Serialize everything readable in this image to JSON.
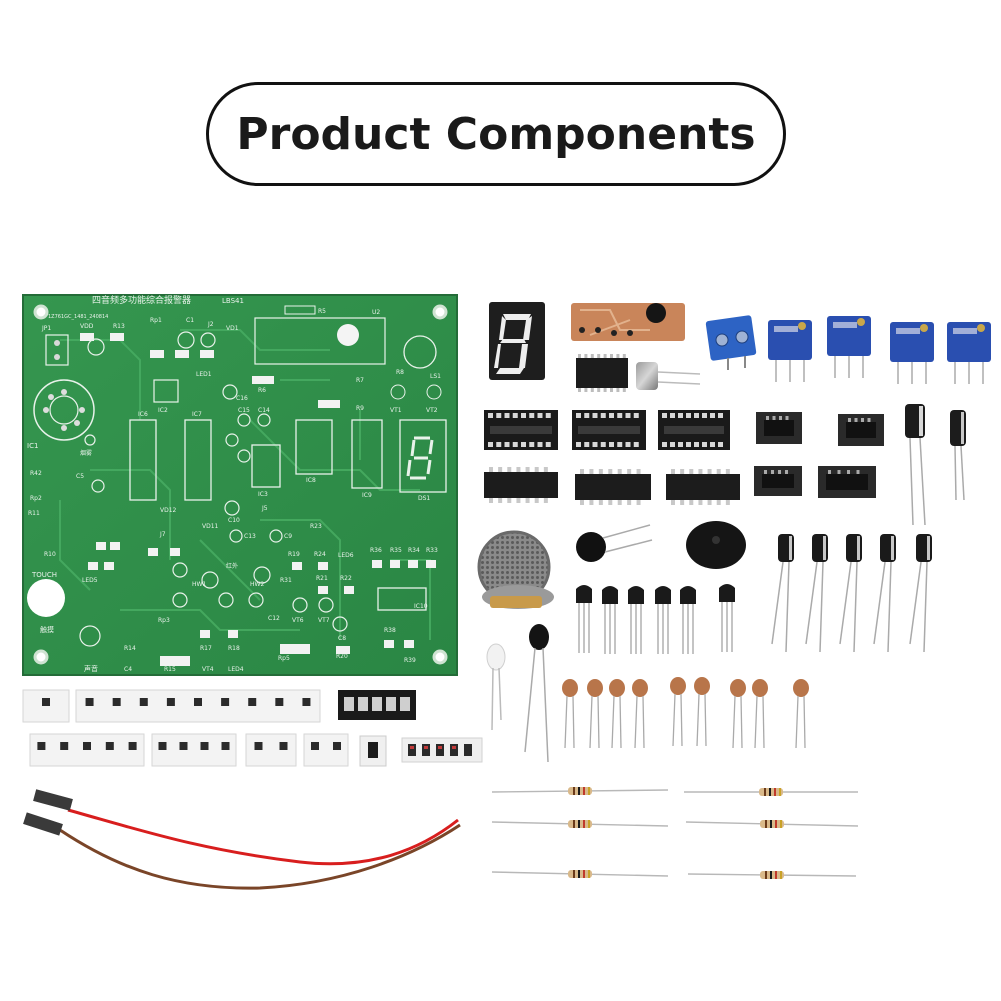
{
  "title": "Product Components",
  "pcb": {
    "header_cn": "四音频多功能综合报警器",
    "model": "LBS41",
    "code": "1Z761GC_1481_240814",
    "labels": {
      "jp1": "JP1",
      "vdd": "VDD",
      "r13": "R13",
      "rp1": "Rp1",
      "c1": "C1",
      "j2": "J2",
      "vd1": "VD1",
      "r5": "R5",
      "u2": "U2",
      "ic1": "IC1",
      "ic6": "IC6",
      "ic7": "IC7",
      "ic8": "IC8",
      "ic9": "IC9",
      "ic10": "IC10",
      "ic2": "IC2",
      "ic3": "IC3",
      "ds1": "DS1",
      "ls1": "LS1",
      "vt1": "VT1",
      "vt2": "VT2",
      "r42": "R42",
      "rp2": "Rp2",
      "r11": "R11",
      "r10": "R10",
      "c5": "C5",
      "led1": "LED1",
      "led5": "LED5",
      "led6": "LED6",
      "led4": "LED4",
      "touch": "TOUCH",
      "rp3": "Rp3",
      "rp5": "Rp5",
      "r14": "R14",
      "c4": "C4",
      "r15": "R15",
      "r17": "R17",
      "r18": "R18",
      "r20": "R20",
      "r38": "R38",
      "r39": "R39",
      "r36": "R36",
      "r35": "R35",
      "r34": "R34",
      "r33": "R33",
      "r19": "R19",
      "r24": "R24",
      "r21": "R21",
      "r22": "R22",
      "r23": "R23",
      "r31": "R31",
      "c12": "C12",
      "c8": "C8",
      "c10": "C10",
      "c13": "C13",
      "c9": "C9",
      "j5": "J5",
      "j7": "J7",
      "hw1": "HW1",
      "hw2": "HW2",
      "vt4": "VT4",
      "vt6": "VT6",
      "vt7": "VT7",
      "r7": "R7",
      "r8": "R8",
      "r6": "R6",
      "r9": "R9",
      "c15": "C15",
      "c14": "C14",
      "c16": "C16",
      "vd11": "VD11",
      "vd12": "VD12",
      "touch_cn": "触摸",
      "sound_cn": "声音",
      "smoke_cn": "烟雾",
      "ir_cn": "红外"
    }
  },
  "display": {
    "digit": "8"
  },
  "colors": {
    "pcb_green": "#2f8f4a",
    "pcb_trace": "#3fa35a",
    "pot_blue": "#2a4fb0",
    "terminal_blue": "#2d63c4",
    "wire_red": "#d81e1e",
    "wire_brown": "#7a4528",
    "ceramic_cap": "#b8754a",
    "chip_black": "#1c1c1c"
  }
}
